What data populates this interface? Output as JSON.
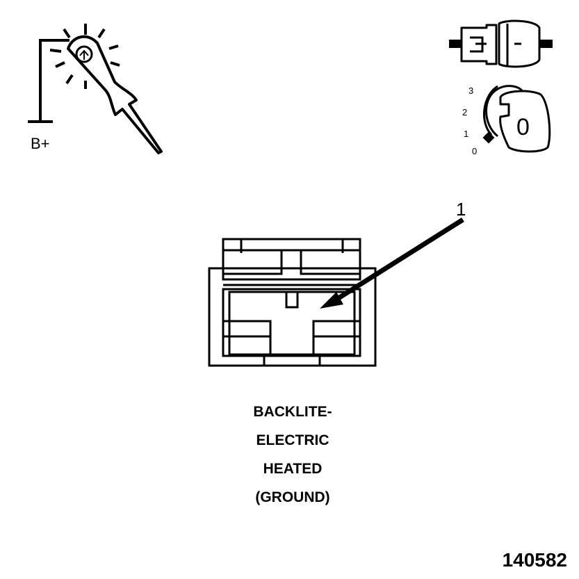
{
  "test_light": {
    "supply_label": "B+"
  },
  "ignition_switch": {
    "positions": [
      "3",
      "2",
      "1",
      "0"
    ],
    "key_label": "0"
  },
  "callout": {
    "number": "1"
  },
  "caption": {
    "lines": [
      "BACKLITE-",
      "ELECTRIC",
      "HEATED",
      "(GROUND)"
    ]
  },
  "figure_number": "140582"
}
